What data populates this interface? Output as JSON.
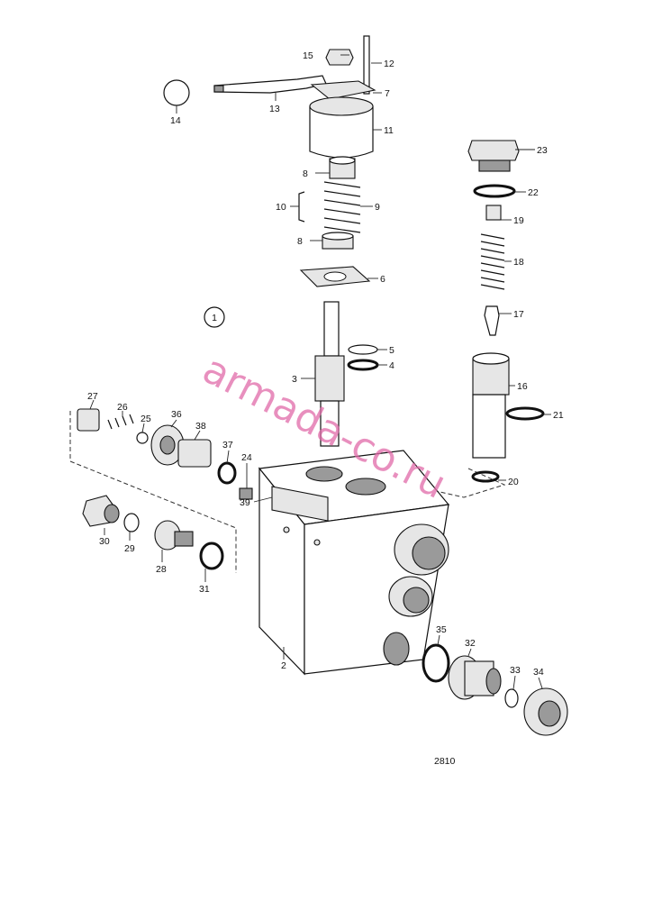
{
  "watermark": "armada-co.ru",
  "figure_number": "2810",
  "group_marker": "1",
  "callouts": {
    "c2": "2",
    "c3": "3",
    "c4": "4",
    "c5": "5",
    "c6": "6",
    "c7": "7",
    "c8a": "8",
    "c8b": "8",
    "c9": "9",
    "c10": "10",
    "c11": "11",
    "c12": "12",
    "c13": "13",
    "c14": "14",
    "c15": "15",
    "c16": "16",
    "c17": "17",
    "c18": "18",
    "c19": "19",
    "c20": "20",
    "c21": "21",
    "c22": "22",
    "c23": "23",
    "c24": "24",
    "c25": "25",
    "c26": "26",
    "c27": "27",
    "c28": "28",
    "c29": "29",
    "c30": "30",
    "c31": "31",
    "c32": "32",
    "c33": "33",
    "c34": "34",
    "c35": "35",
    "c36": "36",
    "c37": "37",
    "c38": "38",
    "c39": "39"
  }
}
